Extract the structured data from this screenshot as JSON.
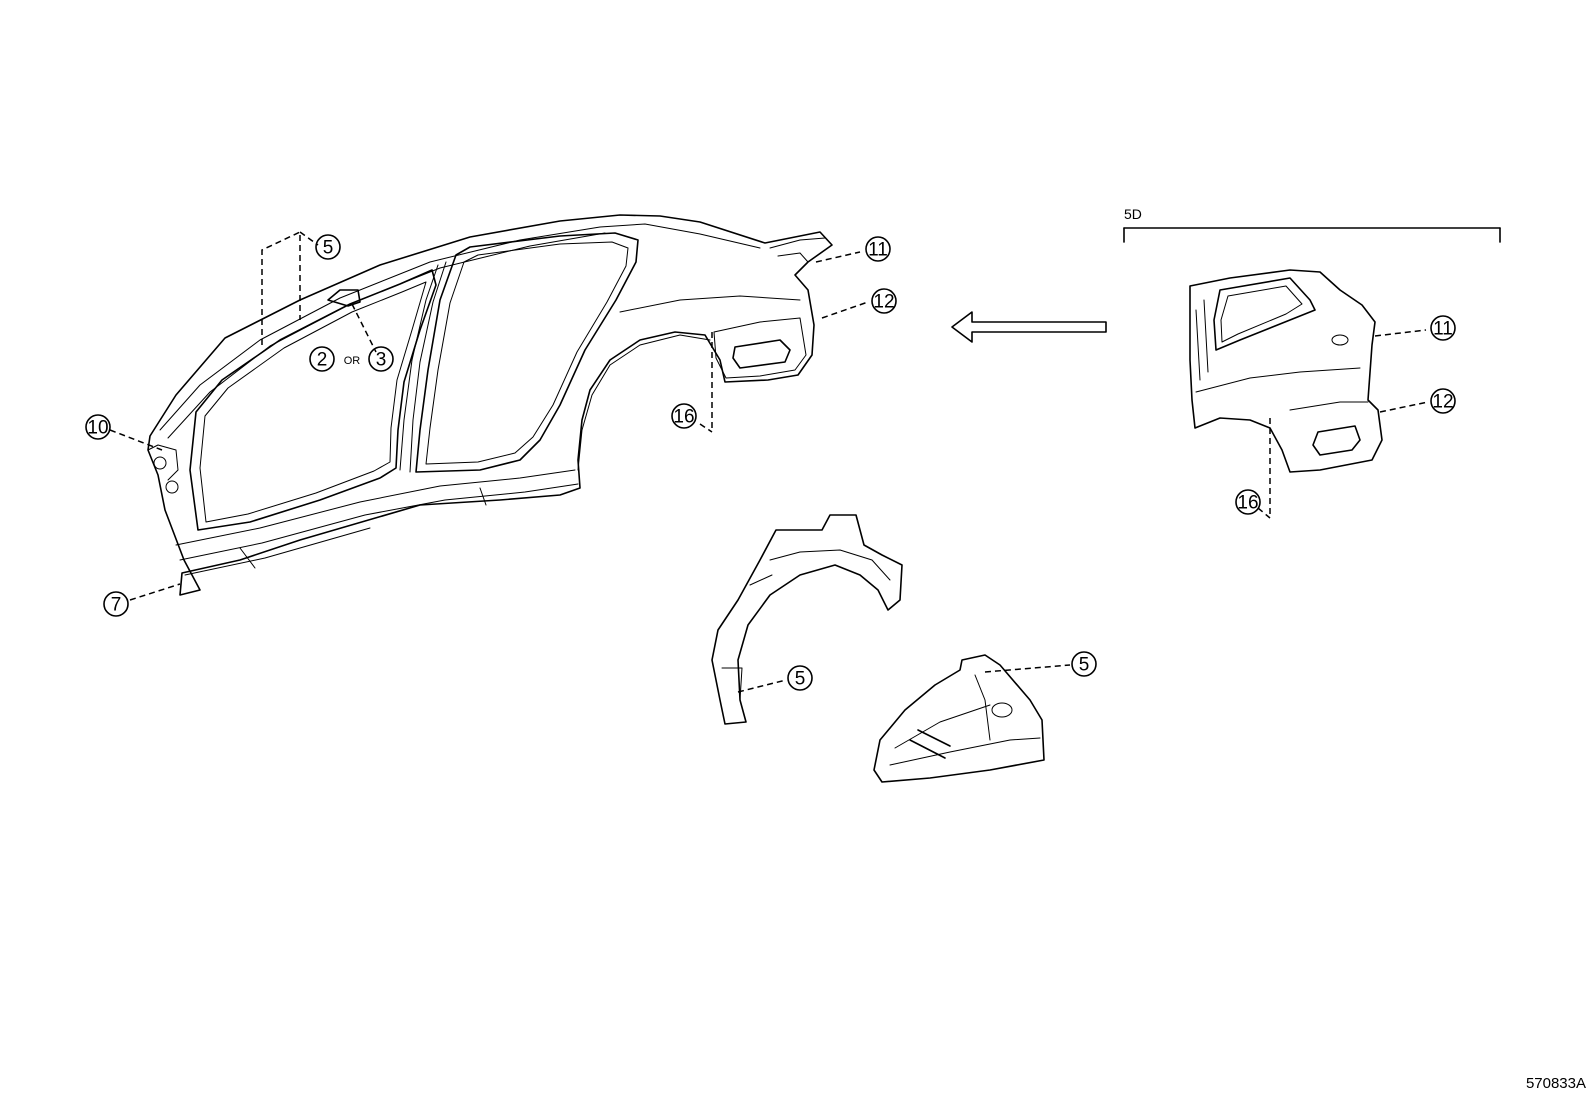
{
  "diagram": {
    "variant_label": "5D",
    "reference_code": "570833A",
    "or_label": "OR",
    "callouts": {
      "c5_roof": "5",
      "c2": "2",
      "c3": "3",
      "c10": "10",
      "c7": "7",
      "c11_main": "11",
      "c12_main": "12",
      "c16_main": "16",
      "c11_5d": "11",
      "c12_5d": "12",
      "c16_5d": "16",
      "c5_inner": "5",
      "c5_wheelhouse": "5"
    },
    "icons": {
      "arrow": "left-arrow-icon"
    }
  }
}
